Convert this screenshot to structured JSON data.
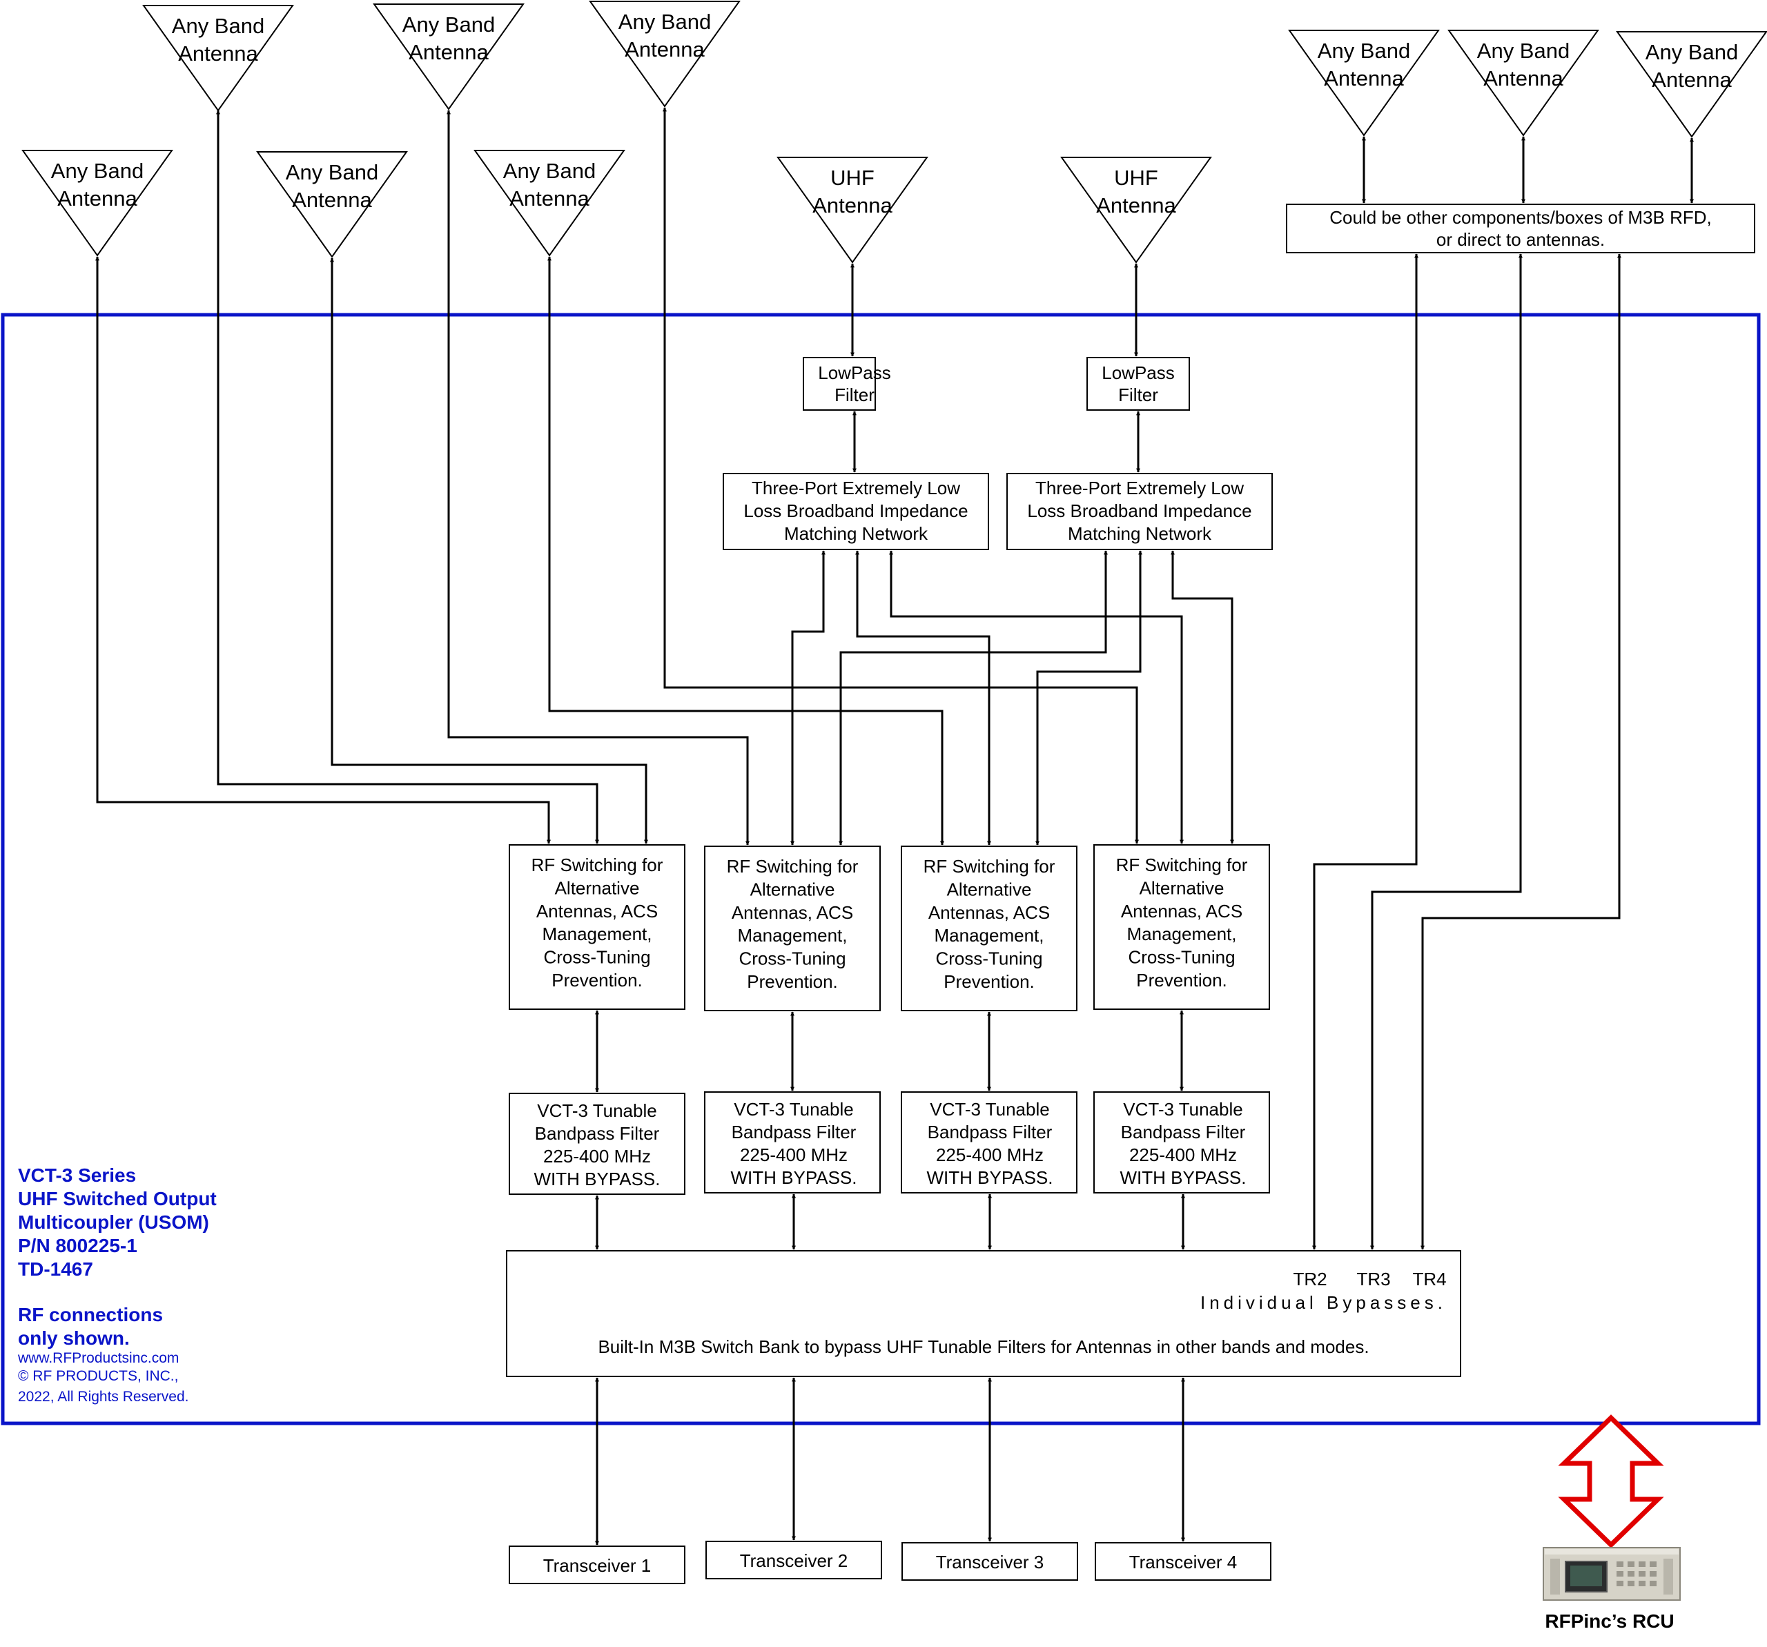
{
  "antennas": {
    "any_band": {
      "line1": "Any Band",
      "line2": "Antenna"
    },
    "uhf": {
      "line1": "UHF",
      "line2": "Antenna"
    }
  },
  "external_box": {
    "line1": "Could be other components/boxes of M3B RFD,",
    "line2": "or direct to antennas."
  },
  "lowpass": {
    "line1": "LowPass",
    "line2": "Filter"
  },
  "matching": {
    "line1": "Three-Port Extremely Low",
    "line2": "Loss Broadband Impedance",
    "line3": "Matching Network"
  },
  "rf_switching": {
    "line1": "RF Switching for",
    "line2": "Alternative",
    "line3": "Antennas, ACS",
    "line4": "Management,",
    "line5": "Cross-Tuning",
    "line6": "Prevention."
  },
  "vct3": {
    "line1": "VCT-3 Tunable",
    "line2": "Bandpass Filter",
    "line3": "225-400 MHz",
    "line4": "WITH BYPASS."
  },
  "switch_bank": {
    "tr2": "TR2",
    "tr3": "TR3",
    "tr4": "TR4",
    "bypasses": "Individual Bypasses.",
    "description": "Built-In M3B Switch Bank to bypass UHF Tunable Filters for Antennas in other bands and modes."
  },
  "transceivers": [
    "Transceiver 1",
    "Transceiver 2",
    "Transceiver 3",
    "Transceiver 4"
  ],
  "product_info": {
    "line1": "VCT-3 Series",
    "line2": "UHF Switched Output",
    "line3": "Multicoupler (USOM)",
    "line4": "P/N 800225-1",
    "line5": "TD-1467",
    "line6": "RF connections",
    "line7": "only shown.",
    "website": "www.RFProductsinc.com",
    "copyright": "© RF PRODUCTS, INC.,",
    "rights": "2022,  All Rights Reserved."
  },
  "rcu": {
    "label": "RFPinc’s RCU"
  },
  "colors": {
    "enclosure": "#0a14c8",
    "rcu_arrow": "#e00000",
    "lines": "#000000"
  }
}
